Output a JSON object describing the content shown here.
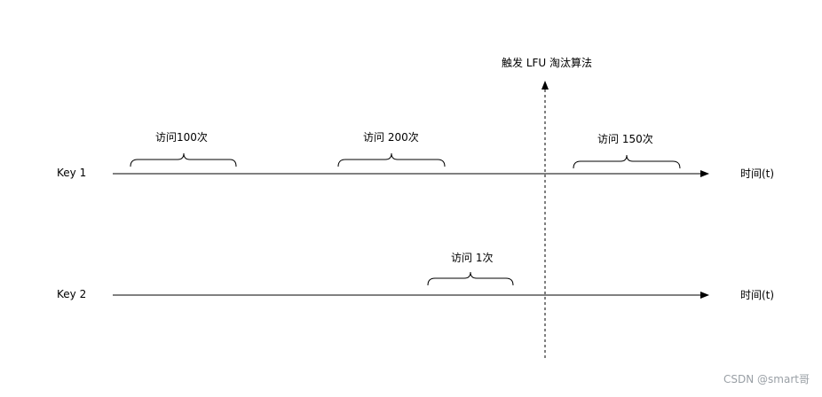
{
  "trigger": {
    "label": "触发 LFU 淘汰算法"
  },
  "tracks": [
    {
      "label": "Key 1",
      "time_label": "时间(t)",
      "accesses": [
        {
          "label": "访问100次"
        },
        {
          "label": "访问 200次"
        },
        {
          "label": "访问 150次"
        }
      ]
    },
    {
      "label": "Key 2",
      "time_label": "时间(t)",
      "accesses": [
        {
          "label": "访问 1次"
        }
      ]
    }
  ],
  "watermark": "CSDN @smart哥"
}
